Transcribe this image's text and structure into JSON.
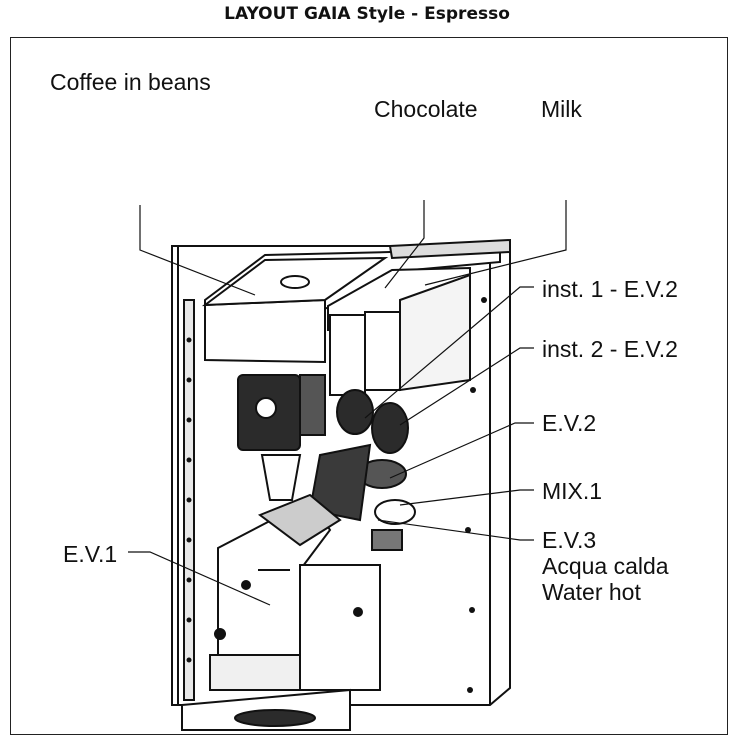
{
  "title": "LAYOUT GAIA Style -  Espresso",
  "labels": {
    "coffee_in_beans": "Coffee in beans",
    "chocolate": "Chocolate",
    "milk": "Milk",
    "inst1": "inst. 1 - E.V.2",
    "inst2": "inst. 2 - E.V.2",
    "ev2": "E.V.2",
    "mix1": "MIX.1",
    "ev3": "E.V.3",
    "acqua_calda": "Acqua calda",
    "water_hot": "Water hot",
    "ev1": "E.V.1"
  },
  "colors": {
    "line": "#111111",
    "fill_light": "#ffffff",
    "fill_gray": "#bfbfbf",
    "fill_dark": "#2b2b2b"
  }
}
